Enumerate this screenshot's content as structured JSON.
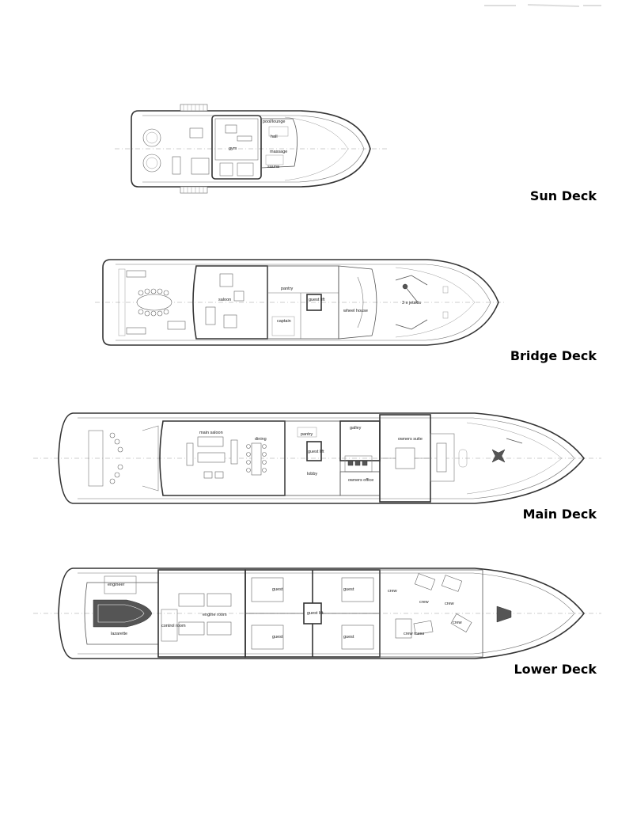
{
  "decks": [
    {
      "title": "Sun Deck",
      "rooms": [
        "gym",
        "hall",
        "massage",
        "sauna",
        "pool/lounge"
      ]
    },
    {
      "title": "Bridge Deck",
      "rooms": [
        "pantry",
        "saloon",
        "guest lift",
        "captain",
        "wheel house",
        "3 x jetskis"
      ]
    },
    {
      "title": "Main Deck",
      "rooms": [
        "galley",
        "pantry",
        "main saloon",
        "dining",
        "guest lift",
        "lobby",
        "owners suite",
        "owners office"
      ]
    },
    {
      "title": "Lower Deck",
      "rooms": [
        "engineer",
        "engine room",
        "control room",
        "lazarette",
        "guest",
        "guest",
        "guest",
        "guest",
        "guest lift",
        "crew",
        "crew",
        "crew",
        "crew",
        "crew mess"
      ]
    }
  ],
  "colors": {
    "line": "#555555",
    "background": "#ffffff",
    "text": "#000000"
  }
}
